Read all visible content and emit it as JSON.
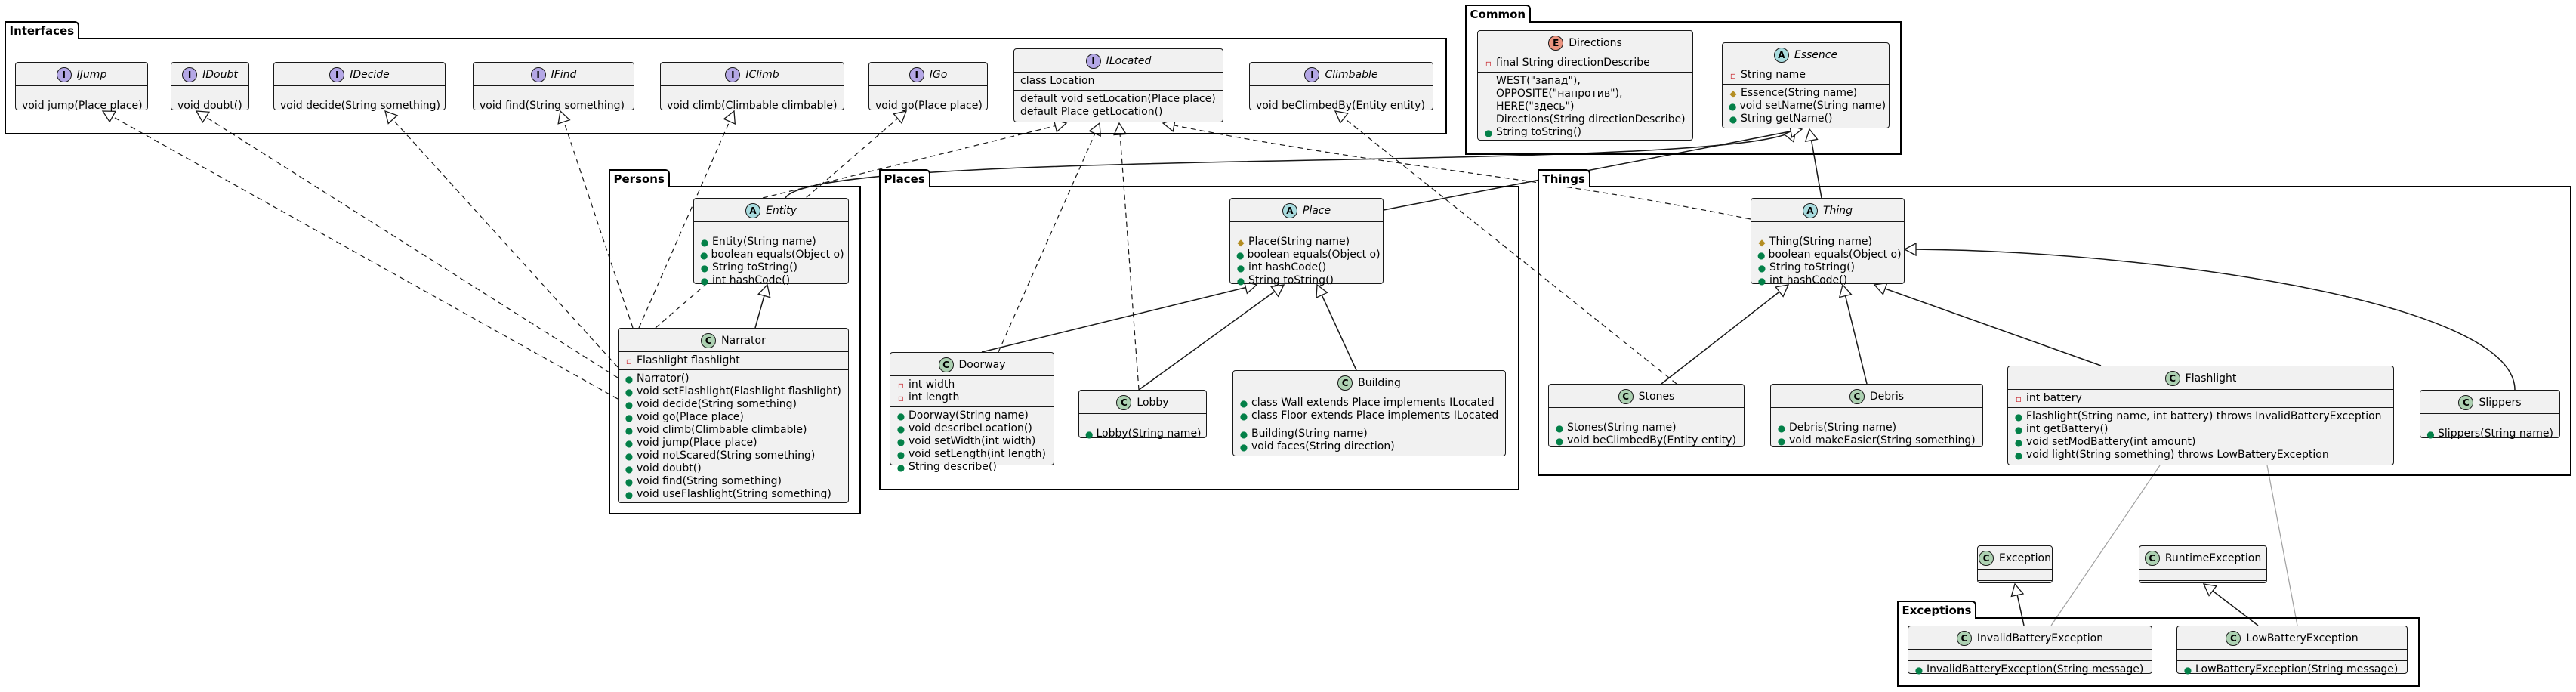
{
  "packages": {
    "interfaces": "Interfaces",
    "common": "Common",
    "persons": "Persons",
    "places": "Places",
    "things": "Things",
    "exceptions": "Exceptions"
  },
  "classes": {
    "ijump": {
      "name": "IJump",
      "methods": [
        "void jump(Place place)"
      ]
    },
    "idoubt": {
      "name": "IDoubt",
      "methods": [
        "void doubt()"
      ]
    },
    "idecide": {
      "name": "IDecide",
      "methods": [
        "void decide(String something)"
      ]
    },
    "ifind": {
      "name": "IFind",
      "methods": [
        "void find(String something)"
      ]
    },
    "iclimb": {
      "name": "IClimb",
      "methods": [
        "void climb(Climbable climbable)"
      ]
    },
    "igo": {
      "name": "IGo",
      "methods": [
        "void go(Place place)"
      ]
    },
    "ilocated": {
      "name": "ILocated",
      "fields": [
        "class Location"
      ],
      "methods": [
        "default void setLocation(Place place)",
        "default Place getLocation()"
      ]
    },
    "climbable": {
      "name": "Climbable",
      "methods": [
        "void beClimbedBy(Entity entity)"
      ]
    },
    "directions": {
      "name": "Directions",
      "fields": [
        "final String directionDescribe"
      ],
      "methods": [
        "WEST(\"запад\"),",
        "OPPOSITE(\"напротив\"),",
        "HERE(\"здесь\")",
        "Directions(String directionDescribe)",
        "String toString()"
      ]
    },
    "essence": {
      "name": "Essence",
      "fields": [
        "String name"
      ],
      "methods": [
        "Essence(String name)",
        "void setName(String name)",
        "String getName()"
      ]
    },
    "entity": {
      "name": "Entity",
      "methods": [
        "Entity(String name)",
        "boolean equals(Object o)",
        "String toString()",
        "int hashCode()"
      ]
    },
    "narrator": {
      "name": "Narrator",
      "fields": [
        "Flashlight flashlight"
      ],
      "methods": [
        "Narrator()",
        "void setFlashlight(Flashlight flashlight)",
        "void decide(String something)",
        "void go(Place place)",
        "void climb(Climbable climbable)",
        "void jump(Place place)",
        "void notScared(String something)",
        "void doubt()",
        "void find(String something)",
        "void useFlashlight(String something)"
      ]
    },
    "place": {
      "name": "Place",
      "methods": [
        "Place(String name)",
        "boolean equals(Object o)",
        "int hashCode()",
        "String toString()"
      ]
    },
    "doorway": {
      "name": "Doorway",
      "fields": [
        "int width",
        "int length"
      ],
      "methods": [
        "Doorway(String name)",
        "void describeLocation()",
        "void setWidth(int width)",
        "void setLength(int length)",
        "String describe()"
      ]
    },
    "lobby": {
      "name": "Lobby",
      "methods": [
        "Lobby(String name)"
      ]
    },
    "building": {
      "name": "Building",
      "fields": [
        "class Wall extends Place implements ILocated",
        "class Floor extends Place implements ILocated"
      ],
      "methods": [
        "Building(String name)",
        "void faces(String direction)"
      ]
    },
    "thing": {
      "name": "Thing",
      "methods": [
        "Thing(String name)",
        "boolean equals(Object o)",
        "String toString()",
        "int hashCode()"
      ]
    },
    "stones": {
      "name": "Stones",
      "methods": [
        "Stones(String name)",
        "void beClimbedBy(Entity entity)"
      ]
    },
    "debris": {
      "name": "Debris",
      "methods": [
        "Debris(String name)",
        "void makeEasier(String something)"
      ]
    },
    "flashlight": {
      "name": "Flashlight",
      "fields": [
        "int battery"
      ],
      "methods": [
        "Flashlight(String name, int battery) throws InvalidBatteryException",
        "int getBattery()",
        "void setModBattery(int amount)",
        "void light(String something) throws LowBatteryException"
      ]
    },
    "slippers": {
      "name": "Slippers",
      "methods": [
        "Slippers(String name)"
      ]
    },
    "exception": {
      "name": "Exception"
    },
    "runtimeexception": {
      "name": "RuntimeException"
    },
    "invalidbatteryexception": {
      "name": "InvalidBatteryException",
      "methods": [
        "InvalidBatteryException(String message)"
      ]
    },
    "lowbatteryexception": {
      "name": "LowBatteryException",
      "methods": [
        "LowBatteryException(String message)"
      ]
    }
  },
  "icons": {
    "interface": "I",
    "class": "C",
    "abstract": "A",
    "enum": "E"
  },
  "colors": {
    "interface_badge": "#b4a7e5",
    "class_badge": "#add1b2",
    "abstract_badge": "#a9dcdf",
    "enum_badge": "#eb937f",
    "class_fill": "#f1f1f1",
    "border": "#181818",
    "public": "#038048",
    "private": "#c82930",
    "protected": "#b38d22",
    "dependency": "#a0a0a0"
  }
}
